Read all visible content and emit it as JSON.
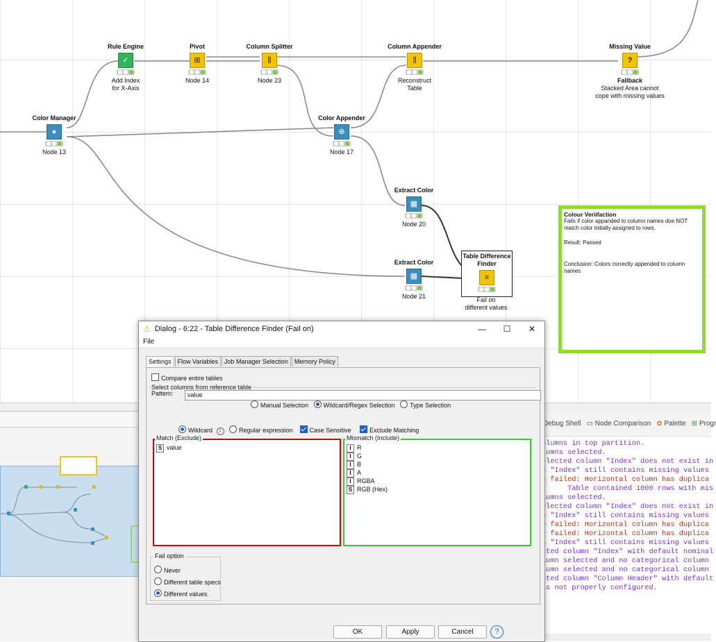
{
  "workflow": {
    "nodes": [
      {
        "id": "rule-engine",
        "title": "Rule Engine",
        "label": "Add Index\nfor X-Axis",
        "color": "green",
        "glyph": "✓"
      },
      {
        "id": "pivot",
        "title": "Pivot",
        "label": "Node 14",
        "color": "yellow",
        "glyph": "⊞"
      },
      {
        "id": "column-splitter",
        "title": "Column Splitter",
        "label": "Node 23",
        "color": "yellow",
        "glyph": "⫼"
      },
      {
        "id": "column-appender",
        "title": "Column Appender",
        "label": "Reconstruct\nTable",
        "color": "yellow",
        "glyph": "⫼"
      },
      {
        "id": "missing-value",
        "title": "Missing Value",
        "label": "Fallback",
        "color": "yellow",
        "glyph": "?"
      },
      {
        "id": "color-manager",
        "title": "Color Manager",
        "label": "Node 13",
        "color": "blue",
        "glyph": "●"
      },
      {
        "id": "color-appender",
        "title": "Color Appender",
        "label": "Node 17",
        "color": "blue",
        "glyph": "⊕"
      },
      {
        "id": "extract-color-20",
        "title": "Extract Color",
        "label": "Node 20",
        "color": "blue",
        "glyph": "▦"
      },
      {
        "id": "extract-color-21",
        "title": "Extract Color",
        "label": "Node 21",
        "color": "blue",
        "glyph": "▦"
      },
      {
        "id": "table-diff",
        "title": "Table Difference\nFinder",
        "label": "Fail on\ndifferent values",
        "color": "yellow",
        "glyph": "≡"
      }
    ],
    "fallback_note": "Stacked Area cannot\ncope with missing values",
    "annotation": {
      "title": "Colour Veriifaction",
      "body": "Fails if color appanded to column names doe NOT match color initially assigned to rows.",
      "result": "Result: Passed",
      "conclusion": "Conclusion: Colors correctly appended to column names"
    }
  },
  "console": {
    "tabs": [
      "Debug Shell",
      "Node Comparison",
      "Palette",
      "Progr"
    ],
    "lines": [
      {
        "text": "olumns in top partition.",
        "color": "#7a2fd0"
      },
      {
        "text": "lumns selected.",
        "color": "#7a2fd0"
      },
      {
        "text": "elected column \"Index\" does not exist in",
        "color": "#7a2fd0"
      },
      {
        "text": "n \"Index\" still contains missing values",
        "color": "#7a2fd0"
      },
      {
        "text": "e failed: Horizontal column has duplica",
        "color": "#b8321a"
      },
      {
        "text": "      Table contained 1000 rows with mis",
        "color": "#7a2fd0"
      },
      {
        "text": "lumns selected.",
        "color": "#7a2fd0"
      },
      {
        "text": "elected column \"Index\" does not exist in",
        "color": "#7a2fd0"
      },
      {
        "text": "n \"Index\" still contains missing values",
        "color": "#7a2fd0"
      },
      {
        "text": "e failed: Horizontal column has duplica",
        "color": "#b8321a"
      },
      {
        "text": "e failed: Horizontal column has duplica",
        "color": "#b8321a"
      },
      {
        "text": "n \"Index\" still contains missing values",
        "color": "#7a2fd0"
      },
      {
        "text": "cted column \"Index\" with default nominal",
        "color": "#7a2fd0"
      },
      {
        "text": "lumn selected and no categorical column",
        "color": "#7a2fd0"
      },
      {
        "text": "lumn selected and no categorical column",
        "color": "#7a2fd0"
      },
      {
        "text": "cted column \"Column Header\" with default",
        "color": "#7a2fd0"
      },
      {
        "text": "is not properly configured.",
        "color": "#7a2fd0"
      }
    ]
  },
  "dialog": {
    "title": "Dialog - 6:22 - Table Difference Finder (Fail on)",
    "menu_file": "File",
    "tabs": [
      "Settings",
      "Flow Variables",
      "Job Manager Selection",
      "Memory Policy"
    ],
    "compare_entire_tables": "Compare entire tables",
    "select_columns_group": "Select columns from reference table",
    "selection_modes": [
      "Manual Selection",
      "Wildcard/Regex Selection",
      "Type Selection"
    ],
    "pattern_label": "Pattern:",
    "pattern_value": "value",
    "pattern_options": {
      "wildcard": "Wildcard",
      "regex": "Regular expression",
      "case_sensitive": "Case Sensitive",
      "exclude_matching": "Exclude Matching"
    },
    "match_label": "Match (Exclude)",
    "mismatch_label": "Mismatch (Include)",
    "match_items": [
      {
        "type": "S",
        "name": "value"
      }
    ],
    "mismatch_items": [
      {
        "type": "I",
        "name": "R"
      },
      {
        "type": "I",
        "name": "G"
      },
      {
        "type": "I",
        "name": "B"
      },
      {
        "type": "I",
        "name": "A"
      },
      {
        "type": "I",
        "name": "RGBA"
      },
      {
        "type": "S",
        "name": "RGB (Hex)"
      }
    ],
    "fail_option_label": "Fail option",
    "fail_options": [
      "Never",
      "Different table specs",
      "Different values"
    ],
    "buttons": {
      "ok": "OK",
      "apply": "Apply",
      "cancel": "Cancel",
      "help": "?"
    }
  }
}
